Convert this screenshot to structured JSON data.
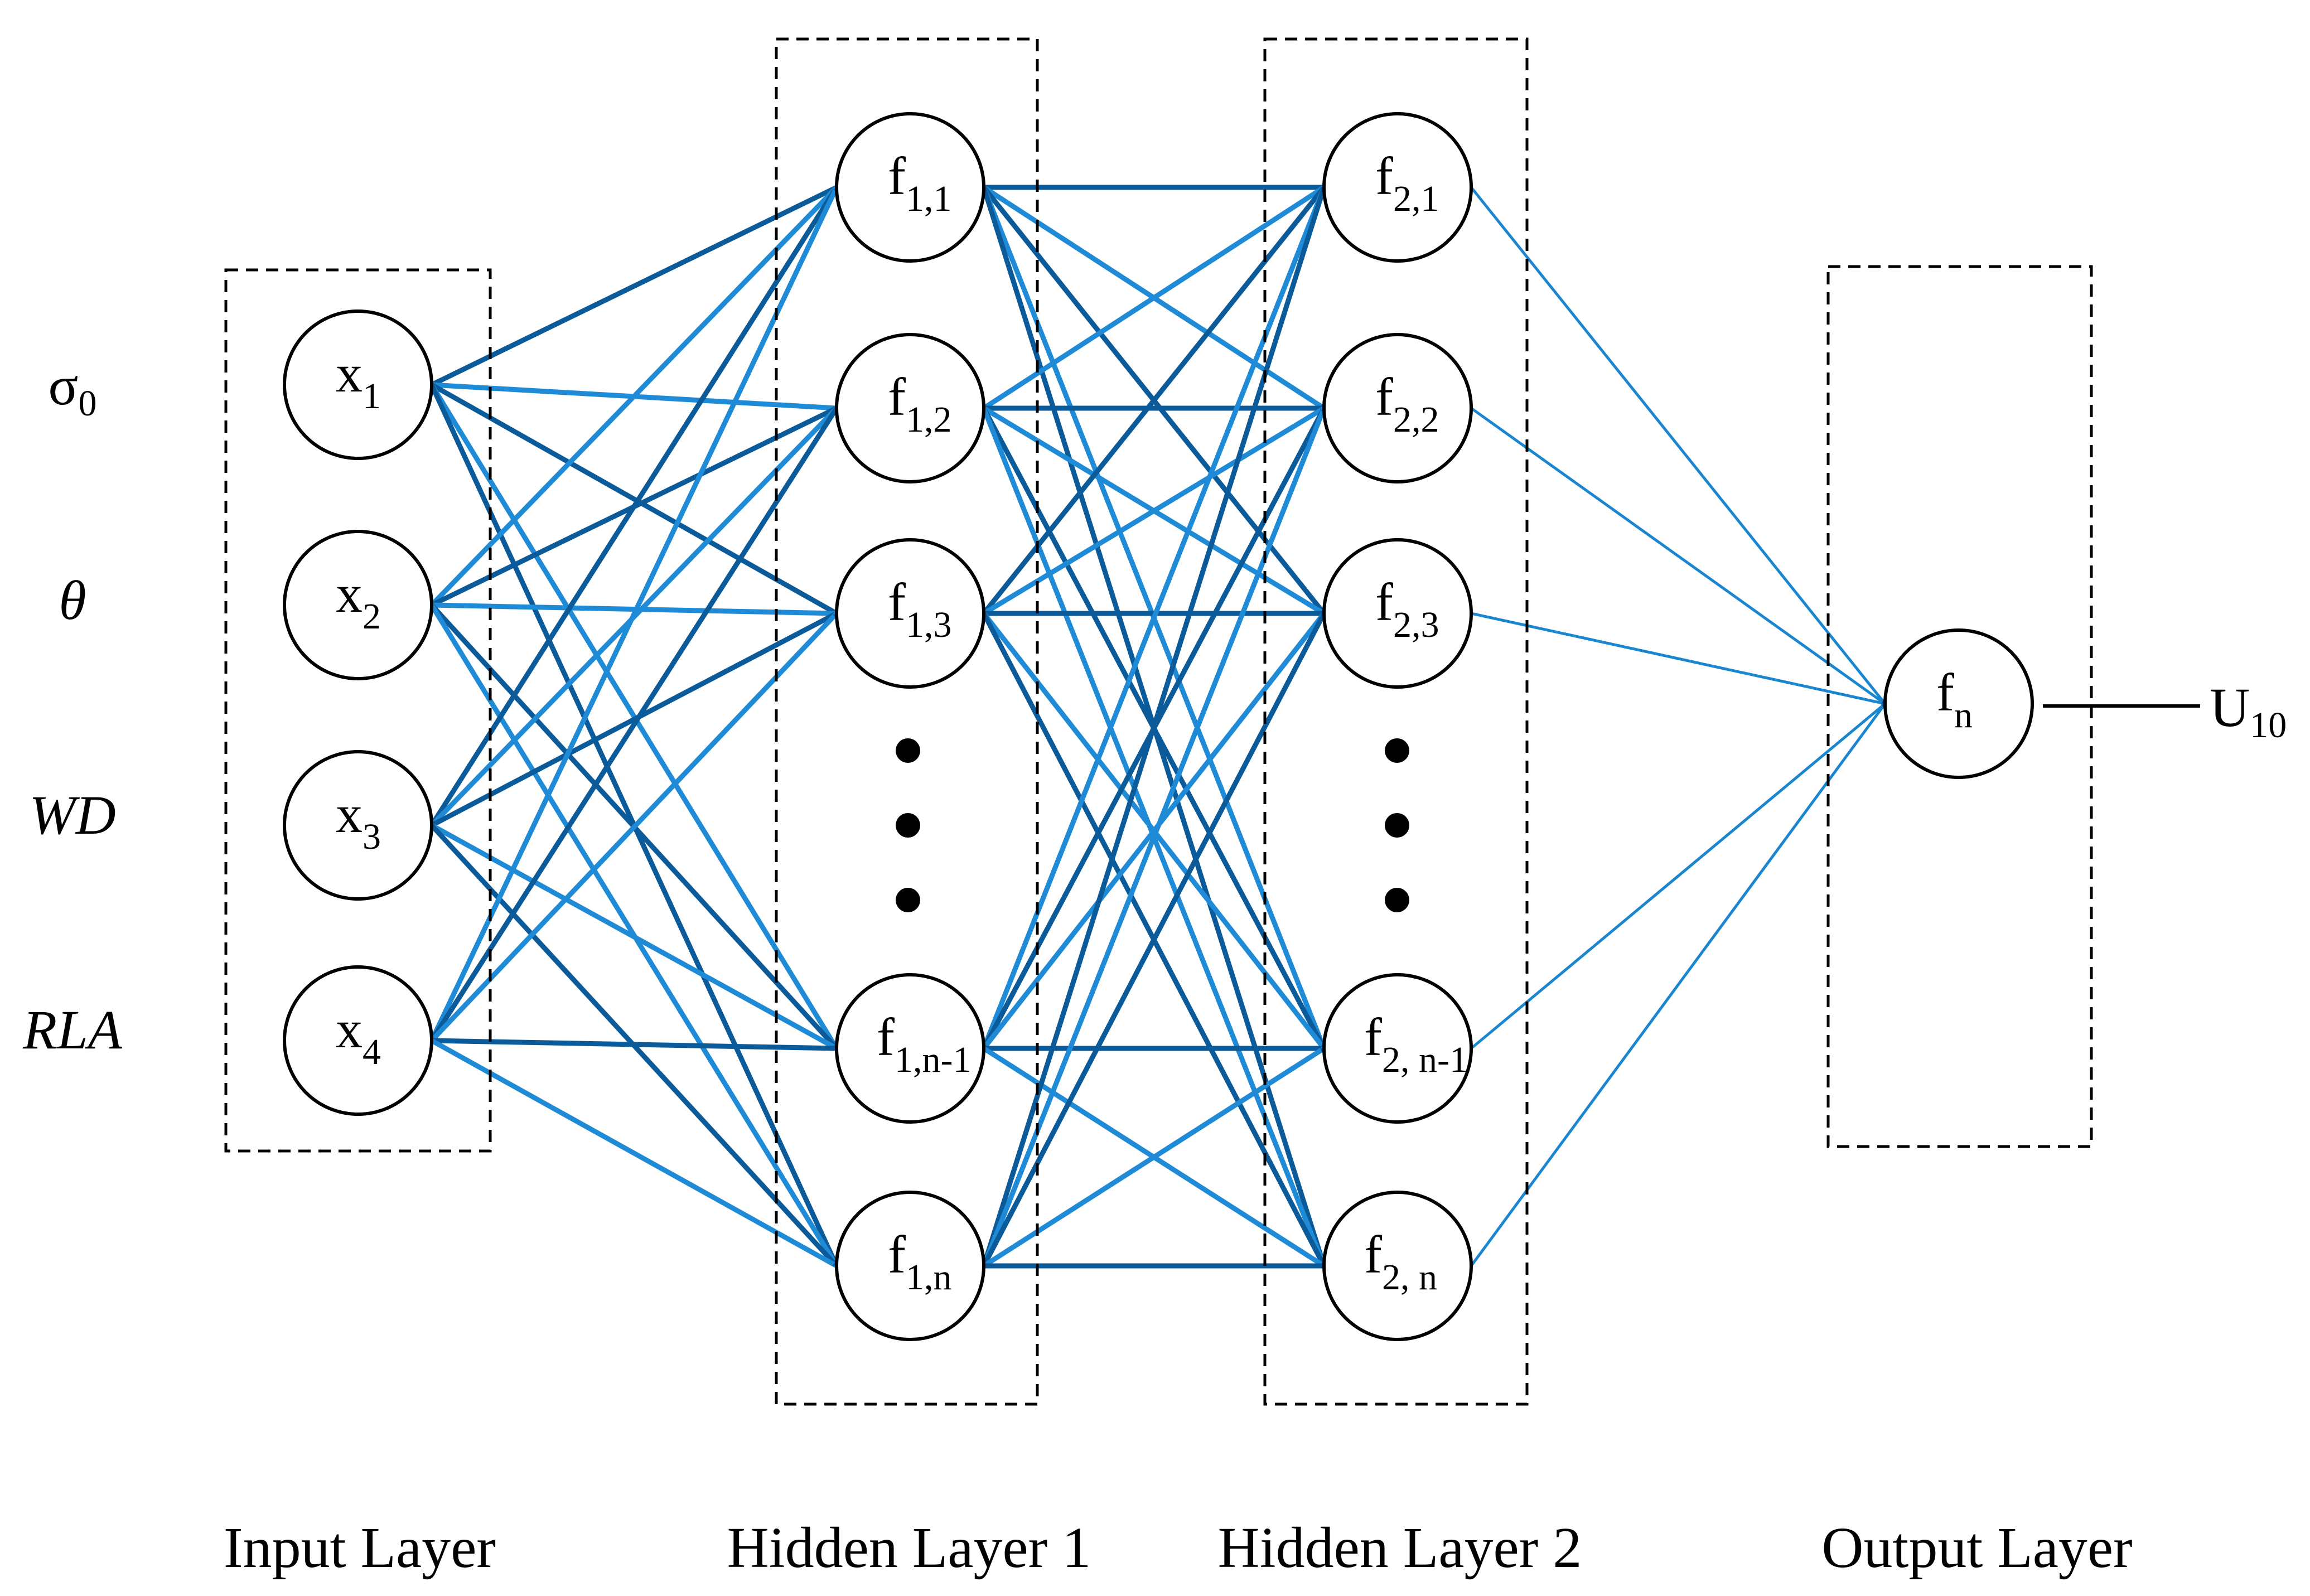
{
  "colors": {
    "edge_dark": "#0b5a9a",
    "edge_light": "#1f8bd6",
    "edge_output": "#1a86d0",
    "node_stroke": "#000000",
    "text": "#000000"
  },
  "input_labels": [
    {
      "base": "σ",
      "sub": "0",
      "italic": false
    },
    {
      "base": "θ",
      "sub": "",
      "italic": true
    },
    {
      "base": "WD",
      "sub": "",
      "italic": true
    },
    {
      "base": "RLA",
      "sub": "",
      "italic": true
    }
  ],
  "layers": {
    "input": {
      "title": "Input Layer",
      "nodes": [
        {
          "base": "x",
          "sub": "1"
        },
        {
          "base": "x",
          "sub": "2"
        },
        {
          "base": "x",
          "sub": "3"
        },
        {
          "base": "x",
          "sub": "4"
        }
      ]
    },
    "hidden1": {
      "title": "Hidden Layer 1",
      "nodes": [
        {
          "base": "f",
          "sub": "1,1"
        },
        {
          "base": "f",
          "sub": "1,2"
        },
        {
          "base": "f",
          "sub": "1,3"
        },
        {
          "base": "f",
          "sub": "1,n-1"
        },
        {
          "base": "f",
          "sub": "1,n"
        }
      ]
    },
    "hidden2": {
      "title": "Hidden Layer 2",
      "nodes": [
        {
          "base": "f",
          "sub": "2,1"
        },
        {
          "base": "f",
          "sub": "2,2"
        },
        {
          "base": "f",
          "sub": "2,3"
        },
        {
          "base": "f",
          "sub": "2, n-1"
        },
        {
          "base": "f",
          "sub": "2, n"
        }
      ]
    },
    "output": {
      "title": "Output Layer",
      "nodes": [
        {
          "base": "f",
          "sub": "n"
        }
      ]
    }
  },
  "output_label": {
    "base": "U",
    "sub": "10"
  },
  "ellipsis_icon": "vertical-ellipsis-dots"
}
